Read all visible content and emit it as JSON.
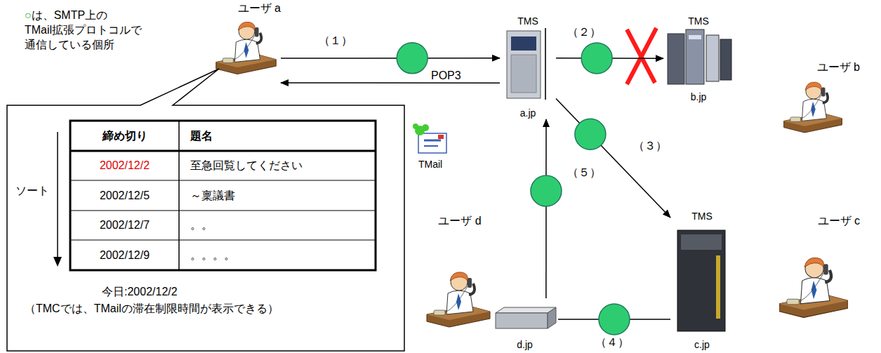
{
  "diagram": {
    "nodes": [
      {
        "text": [
          "ユーザ a"
        ]
      },
      {
        "text": [
          "TMS",
          "a.jp"
        ]
      },
      {
        "text": [
          "TMS",
          "b.jp"
        ]
      },
      {
        "text": [
          "ユーザ b"
        ]
      },
      {
        "text": [
          "TMS",
          "c.jp"
        ]
      },
      {
        "text": [
          "ユーザ c"
        ]
      },
      {
        "text": [
          "d.jp"
        ]
      },
      {
        "text": [
          "ユーザ d"
        ]
      },
      {
        "text": [
          "今日:2002/12/2",
          "（TMCでは、TMailの滞在制限時間が表示できる）"
        ]
      }
    ],
    "edges": [
      {
        "from": 0,
        "to": 1,
        "arrow": "to",
        "label": "（１）"
      },
      {
        "from": 1,
        "to": 0,
        "arrow": "to",
        "label": "POP3"
      },
      {
        "from": 1,
        "to": 2,
        "arrow": "to",
        "label": "（２）"
      },
      {
        "from": 1,
        "to": 4,
        "arrow": "to",
        "label": "（３）"
      },
      {
        "from": 6,
        "to": 4,
        "arrow": "none",
        "label": "（４）"
      },
      {
        "from": 6,
        "to": 1,
        "arrow": "to",
        "label": "（５）"
      }
    ],
    "labels": [
      "○は、SMTP上の TMail拡張プロトコルで 通信している個所",
      "締め切り",
      "題名",
      "2002/12/2",
      "至急回覧してください",
      "2002/12/5",
      "～稟議書",
      "2002/12/7",
      "。。",
      "2002/12/9",
      "。。。。",
      "ソート",
      "TMail"
    ]
  }
}
